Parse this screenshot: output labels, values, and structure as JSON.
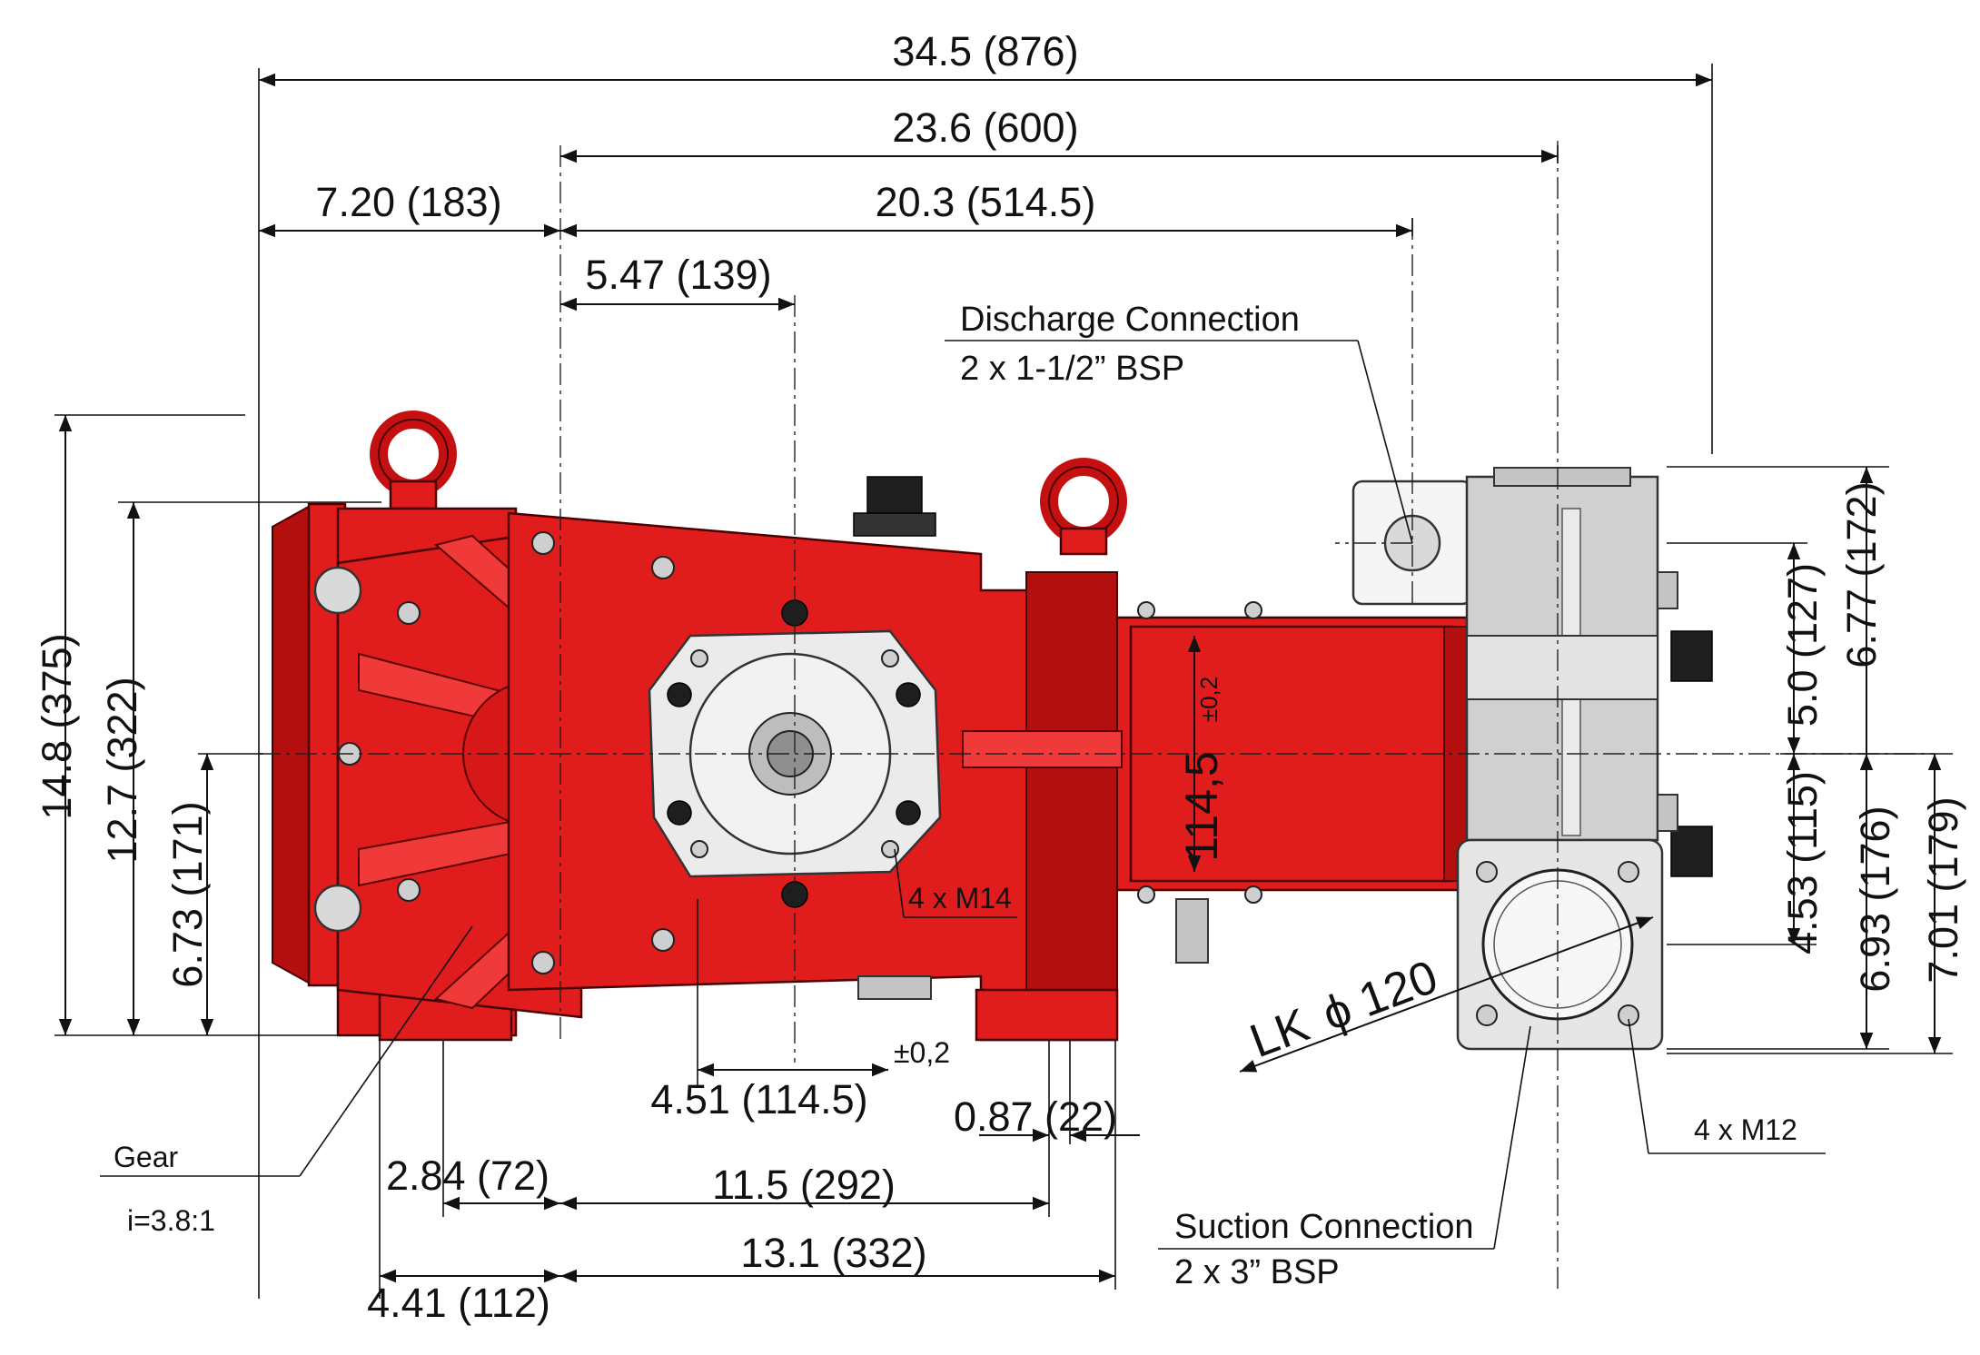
{
  "dimensions": {
    "overall_length": "34.5 (876)",
    "d600": "23.6 (600)",
    "d514": "20.3 (514.5)",
    "d183": "7.20 (183)",
    "d139": "5.47 (139)",
    "height_375": "14.8 (375)",
    "height_322": "12.7 (322)",
    "height_171": "6.73 (171)",
    "d114_5": "4.51 (114.5)",
    "tol_1": "±0,2",
    "d22": "0.87 (22)",
    "d72": "2.84 (72)",
    "d292": "11.5 (292)",
    "d332": "13.1 (332)",
    "d112": "4.41 (112)",
    "r172": "6.77 (172)",
    "r127": "5.0 (127)",
    "r115": "4.53 (115)",
    "r176": "6.93 (176)",
    "r179": "7.01 (179)",
    "flange_dim": "114,5",
    "flange_tol": "±0,2",
    "lk_prefix": "LK",
    "lk_symbol": "ϕ",
    "lk_value": "120"
  },
  "labels": {
    "discharge_title": "Discharge Connection",
    "discharge_spec": "2 x 1-1/2” BSP",
    "suction_title": "Suction Connection",
    "suction_spec": "2 x 3” BSP",
    "gear_title": "Gear",
    "gear_ratio": "i=3.8:1",
    "m14": "4 x M14",
    "m12": "4 x M12"
  },
  "colors": {
    "housing": "#e11c1c",
    "steel": "#d9d9d9"
  }
}
